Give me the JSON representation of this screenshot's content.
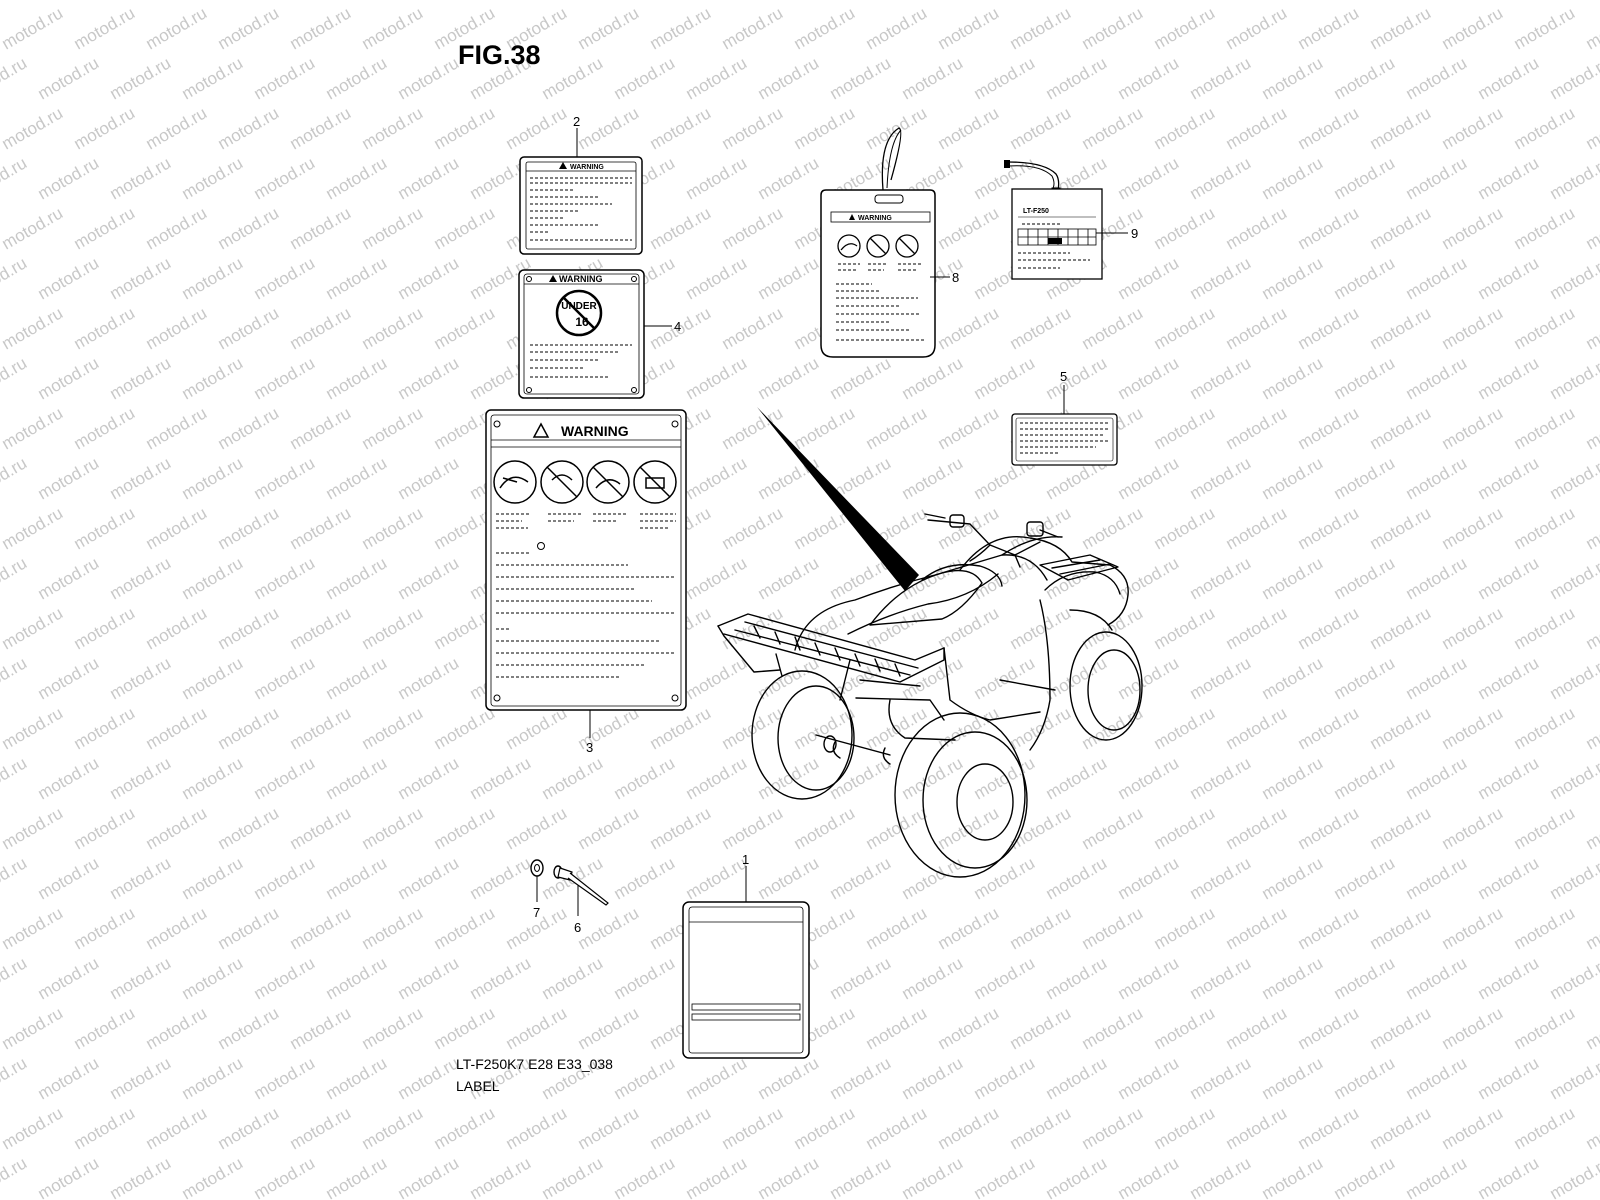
{
  "figure": {
    "title": "FIG.38",
    "code": "LT-F250K7 E28 E33_038",
    "name": "LABEL"
  },
  "watermark": {
    "text": "motod.ru",
    "color": "#c8c8c8"
  },
  "labels": {
    "warning": "WARNING",
    "under_top": "UNDER",
    "under_age": "16",
    "model_tag": "LT-F250"
  },
  "callouts": {
    "c1": "1",
    "c2": "2",
    "c3": "3",
    "c4": "4",
    "c5": "5",
    "c6": "6",
    "c7": "7",
    "c8": "8",
    "c9": "9"
  }
}
